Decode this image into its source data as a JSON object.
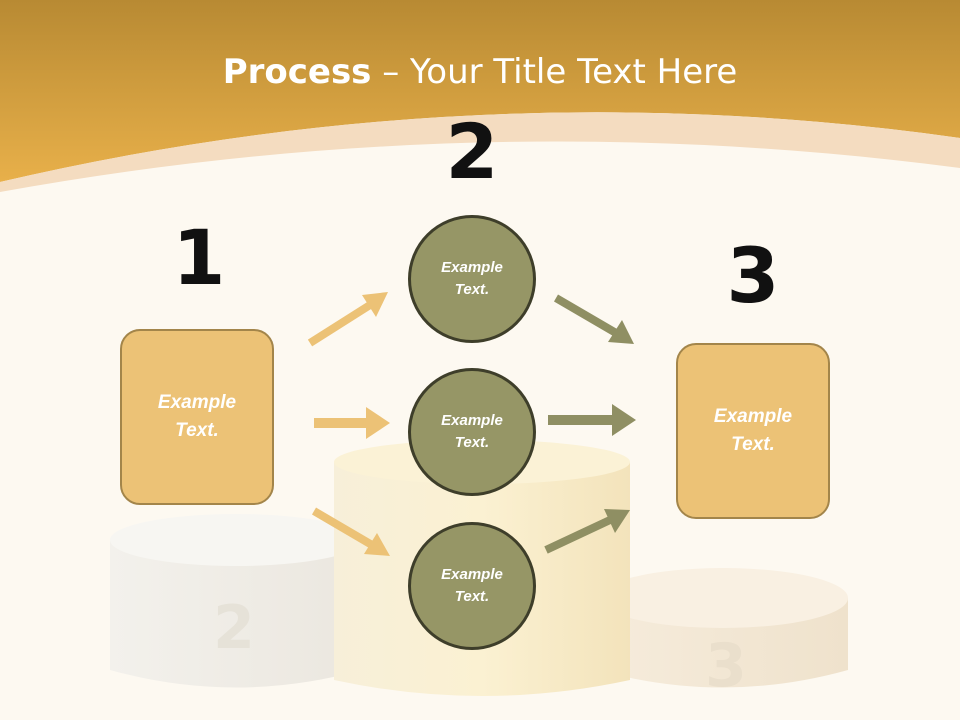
{
  "title": {
    "bold": "Process",
    "rest": " – Your Title Text Here"
  },
  "steps": [
    {
      "number": "1",
      "text": "Example\nText."
    },
    {
      "number": "2",
      "text": "Example\nText."
    },
    {
      "number": "3",
      "text": "Example\nText."
    }
  ],
  "circles": [
    {
      "text": "Example\nText."
    },
    {
      "text": "Example\nText."
    },
    {
      "text": "Example\nText."
    }
  ],
  "colors": {
    "header": "#e4ad47",
    "box_fill": "#ecc276",
    "circle_fill": "#969666",
    "arrow_gold": "#ecc276",
    "arrow_olive": "#8f8f63"
  }
}
